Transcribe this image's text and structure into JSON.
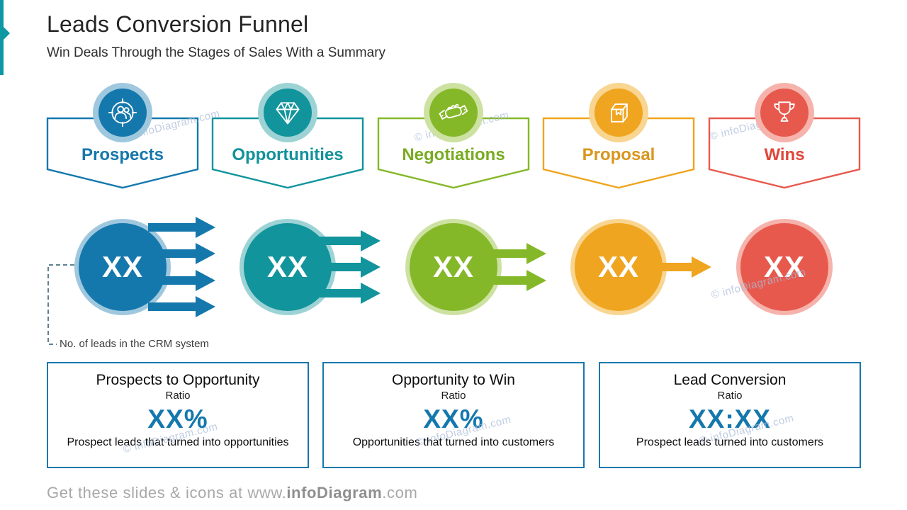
{
  "slide": {
    "title": "Leads Conversion Funnel",
    "subtitle": "Win Deals Through the Stages of Sales With a Summary"
  },
  "accent_color": "#0d98a3",
  "value_color": "#1578ad",
  "stages": [
    {
      "label": "Prospects",
      "value": "XX",
      "arrows": 4,
      "color": "#1578ad",
      "halo": "#9fc8de",
      "label_color": "#1577ac",
      "icon": "target-people-icon"
    },
    {
      "label": "Opportunities",
      "value": "XX",
      "arrows": 3,
      "color": "#12949c",
      "halo": "#9ed3d6",
      "label_color": "#12929a",
      "icon": "diamond-icon"
    },
    {
      "label": "Negotiations",
      "value": "XX",
      "arrows": 2,
      "color": "#85b829",
      "halo": "#cde2a2",
      "label_color": "#79ab22",
      "icon": "handshake-icon"
    },
    {
      "label": "Proposal",
      "value": "XX",
      "arrows": 1,
      "color": "#efa51f",
      "halo": "#f8d590",
      "label_color": "#d9961d",
      "icon": "package-icon"
    },
    {
      "label": "Wins",
      "value": "XX",
      "arrows": 0,
      "color": "#e8594d",
      "halo": "#f5b3ac",
      "label_color": "#e0453a",
      "icon": "trophy-icon"
    }
  ],
  "callout": {
    "label": "No. of leads in the CRM system"
  },
  "summary_boxes": [
    {
      "title": "Prospects to Opportunity",
      "subtitle": "Ratio",
      "value": "XX%",
      "description": "Prospect leads that turned into opportunities"
    },
    {
      "title": "Opportunity to Win",
      "subtitle": "Ratio",
      "value": "XX%",
      "description": "Opportunities that turned into customers"
    },
    {
      "title": "Lead Conversion",
      "subtitle": "Ratio",
      "value": "XX:XX",
      "description": "Prospect leads turned into customers"
    }
  ],
  "footer": {
    "prefix": "Get these slides & icons at www.",
    "brand": "infoDiagram",
    "suffix": ".com"
  },
  "watermark": "© infoDiagram.com"
}
